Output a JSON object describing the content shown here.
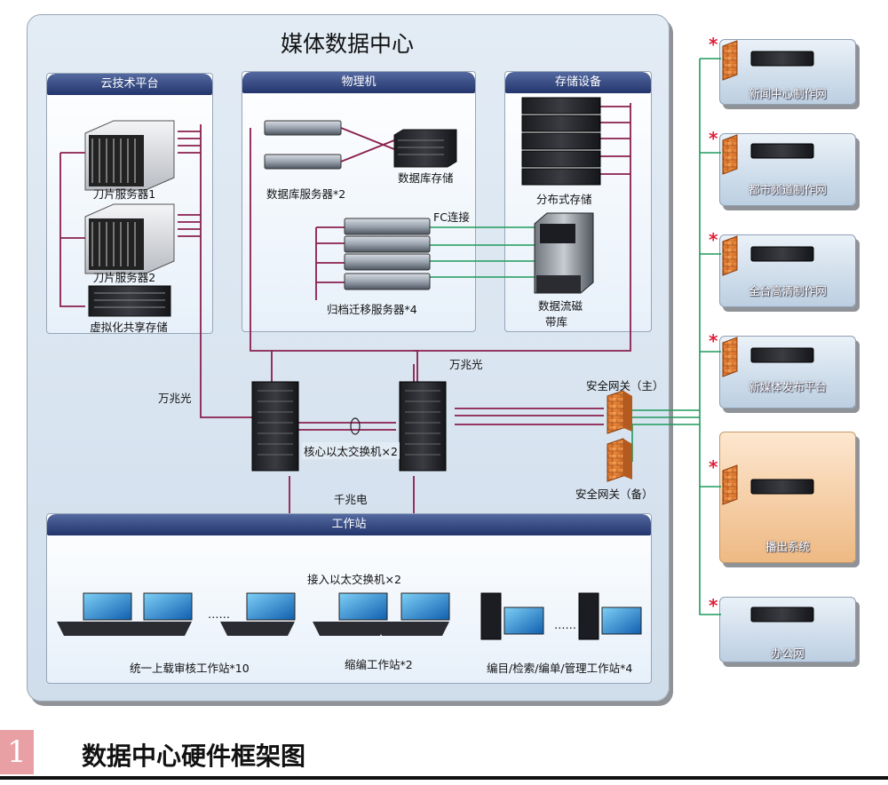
{
  "title": "媒体数据中心",
  "sections": {
    "cloud": "云技术平台",
    "physical": "物理机",
    "storage": "存储设备",
    "workstation": "工作站"
  },
  "cloud": {
    "blade1": "刀片服务器1",
    "blade2": "刀片服务器2",
    "shared_storage": "虚拟化共享存储"
  },
  "physical": {
    "db_servers": "数据库服务器*2",
    "db_storage": "数据库存储",
    "fc": "FC连接",
    "archive_servers": "归档迁移服务器*4"
  },
  "storage": {
    "distributed": "分布式存储",
    "tape_line1": "数据流磁",
    "tape_line2": "带库"
  },
  "network": {
    "fiber_left": "万兆光",
    "fiber_top": "万兆光",
    "core_switch": "核心以太交换机×2",
    "gigabit": "千兆电",
    "gateway_main": "安全网关（主）",
    "gateway_backup": "安全网关（备）"
  },
  "workstations": {
    "access_switch": "接入以太交换机×2",
    "ellipsis": "……",
    "ingest": "统一上载审核工作站*10",
    "edit": "缩编工作站*2",
    "catalog": "编目/检索/编单/管理工作站*4"
  },
  "external": {
    "marker": "*",
    "news": "新闻中心制作网",
    "city": "都市频道制作网",
    "hd": "全台高清制作网",
    "newmedia": "新媒体发布平台",
    "playout": "播出系统",
    "office": "办公网"
  },
  "caption": {
    "number": "1",
    "text": "数据中心硬件框架图"
  },
  "colors": {
    "header_blue": "#23356c",
    "link_magenta": "#8a1f4e",
    "link_green": "#1f9a5a",
    "gateway_orange": "#e8823a",
    "alert_red": "#e0203a"
  }
}
